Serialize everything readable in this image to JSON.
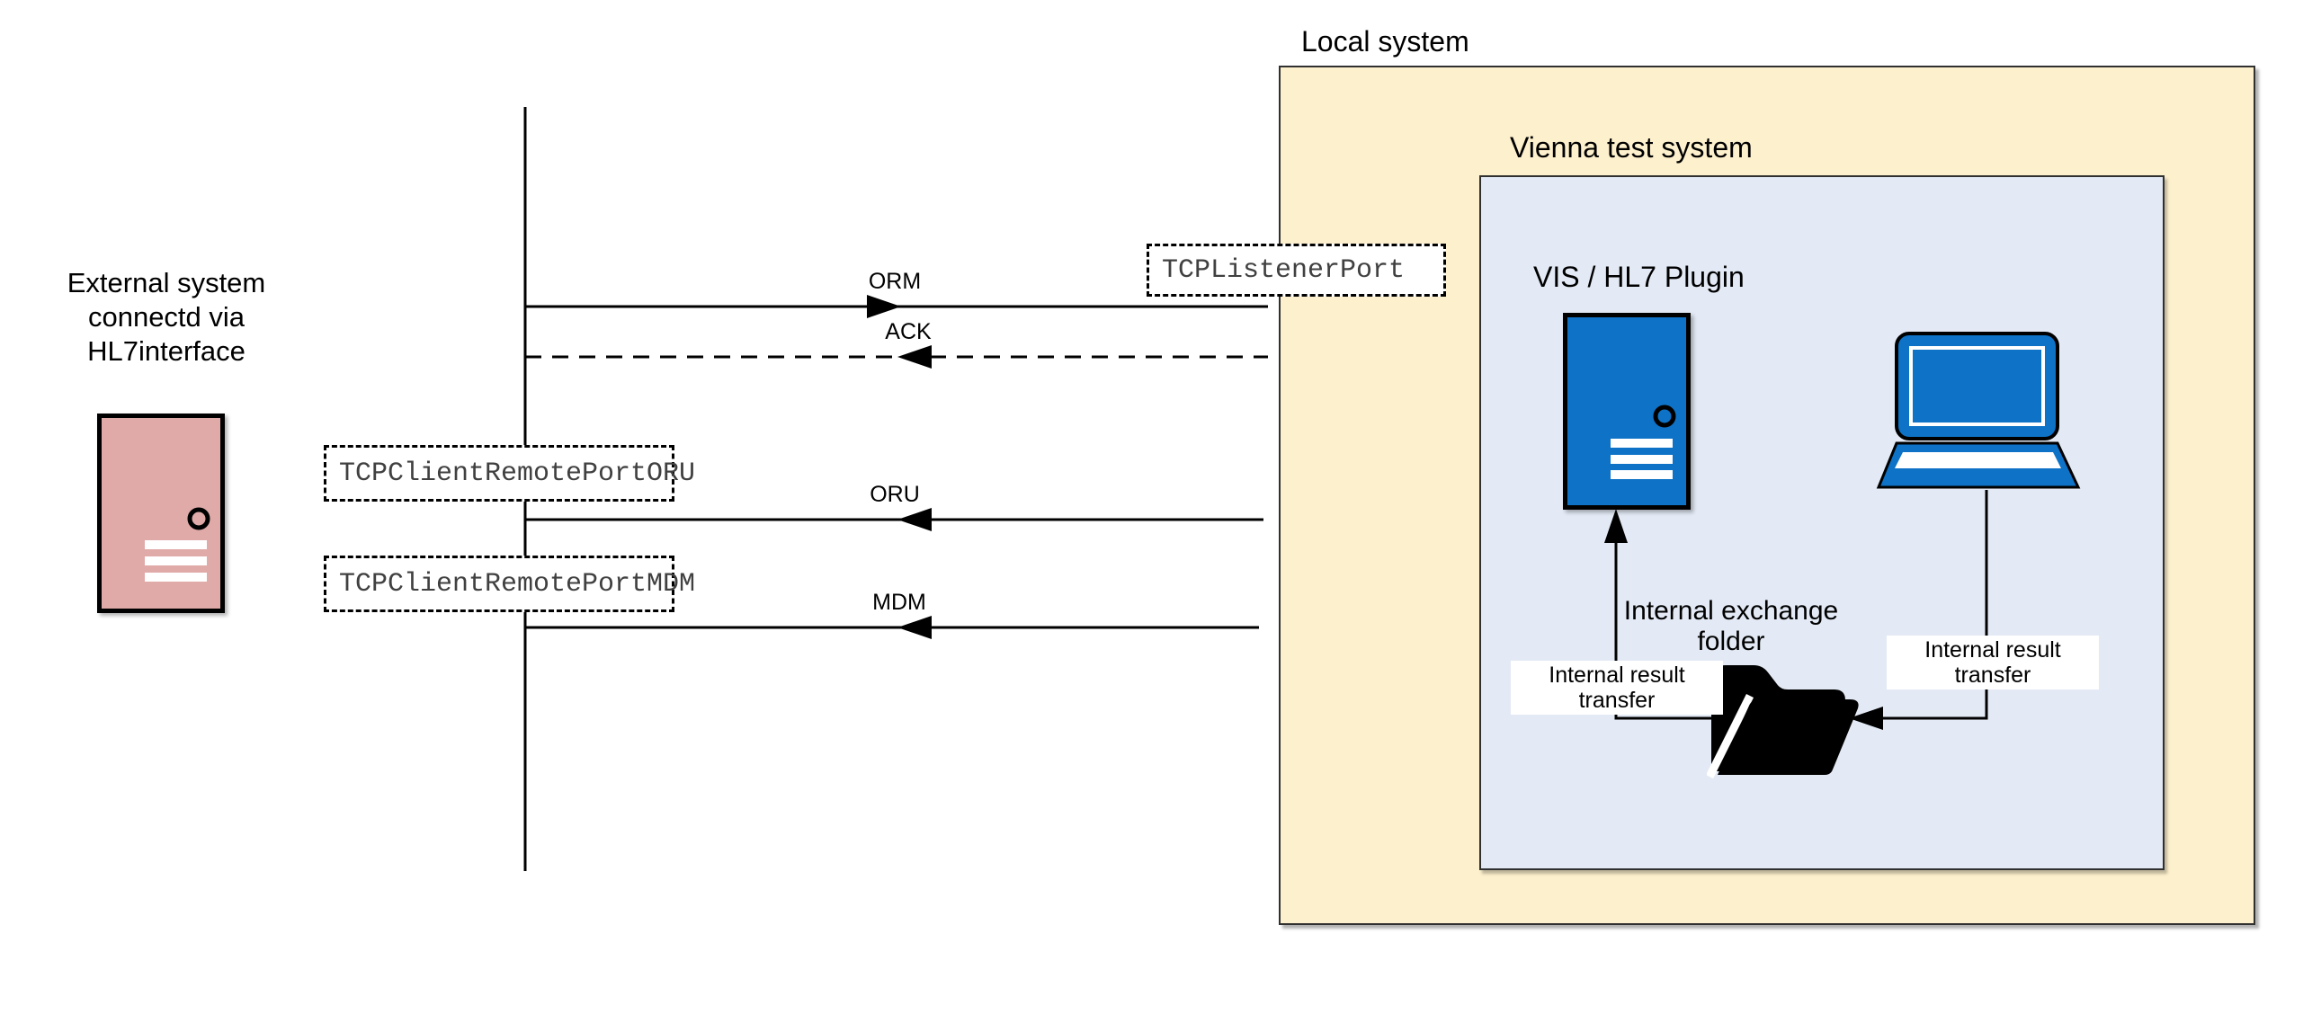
{
  "external": {
    "label": "External system\nconnectd via\nHL7interface"
  },
  "messages": {
    "orm": "ORM",
    "ack": "ACK",
    "oru": "ORU",
    "mdm": "MDM"
  },
  "ports": {
    "listener": "TCPListenerPort",
    "oru": "TCPClientRemotePortORU",
    "mdm": "TCPClientRemotePortMDM"
  },
  "local_system": {
    "title": "Local system",
    "vienna": {
      "title": "Vienna test system",
      "plugin_title": "VIS / HL7 Plugin",
      "exchange_folder_label": "Internal exchange folder",
      "transfer_left_label": "Internal result transfer",
      "transfer_right_label": "Internal result transfer"
    }
  },
  "colors": {
    "external_server_fill": "#dfaaa8",
    "device_fill": "#0e72c6",
    "local_system_fill": "#fdf0cd",
    "vienna_fill": "#e3eaf5",
    "line": "#000000",
    "port_text": "#404040"
  }
}
